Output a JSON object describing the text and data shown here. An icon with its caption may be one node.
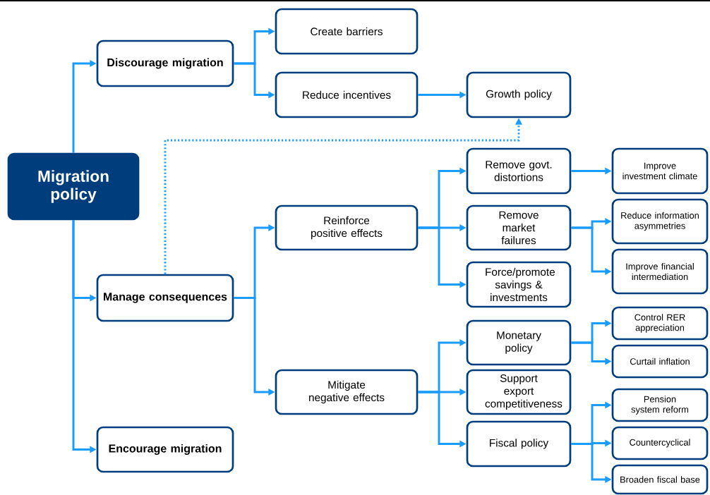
{
  "diagram": {
    "nodes": [
      {
        "text": [
          "Migration policy"
        ]
      },
      {
        "text": [
          "Discourage migration"
        ]
      },
      {
        "text": [
          "Create barriers"
        ]
      },
      {
        "text": [
          "Reduce incentives"
        ]
      },
      {
        "text": [
          "Growth policy"
        ]
      },
      {
        "text": [
          "Manage consequences"
        ]
      },
      {
        "text": [
          "Encourage migration"
        ]
      },
      {
        "text": [
          "Reinforce positive effects"
        ]
      },
      {
        "text": [
          "Mitigate negative effects"
        ]
      },
      {
        "text": [
          "Remove govt. distortions"
        ]
      },
      {
        "text": [
          "Remove market failures"
        ]
      },
      {
        "text": [
          "Force/promote savings & investments"
        ]
      },
      {
        "text": [
          "Monetary policy"
        ]
      },
      {
        "text": [
          "Support export competitiveness"
        ]
      },
      {
        "text": [
          "Fiscal policy"
        ]
      },
      {
        "text": [
          "Improve investment climate"
        ]
      },
      {
        "text": [
          "Reduce information asymmetries"
        ]
      },
      {
        "text": [
          "Improve financial intermediation"
        ]
      },
      {
        "text": [
          "Control RER appreciation"
        ]
      },
      {
        "text": [
          "Curtail inflation"
        ]
      },
      {
        "text": [
          "Pension system reform"
        ]
      },
      {
        "text": [
          "Countercyclical"
        ]
      },
      {
        "text": [
          "Broaden fiscal base"
        ]
      }
    ],
    "edges": [
      {
        "from": 0,
        "to": 1,
        "arrow": "to"
      },
      {
        "from": 0,
        "to": 5,
        "arrow": "to"
      },
      {
        "from": 0,
        "to": 6,
        "arrow": "to"
      },
      {
        "from": 1,
        "to": 2,
        "arrow": "to"
      },
      {
        "from": 1,
        "to": 3,
        "arrow": "to"
      },
      {
        "from": 3,
        "to": 4,
        "arrow": "to"
      },
      {
        "from": 5,
        "to": 4,
        "arrow": "to",
        "style": "dashed"
      },
      {
        "from": 5,
        "to": 7,
        "arrow": "to"
      },
      {
        "from": 5,
        "to": 8,
        "arrow": "to"
      },
      {
        "from": 7,
        "to": 9,
        "arrow": "to"
      },
      {
        "from": 7,
        "to": 10,
        "arrow": "to"
      },
      {
        "from": 7,
        "to": 11,
        "arrow": "to"
      },
      {
        "from": 8,
        "to": 12,
        "arrow": "to"
      },
      {
        "from": 8,
        "to": 13,
        "arrow": "to"
      },
      {
        "from": 8,
        "to": 14,
        "arrow": "to"
      },
      {
        "from": 9,
        "to": 15,
        "arrow": "to"
      },
      {
        "from": 10,
        "to": 16,
        "arrow": "to"
      },
      {
        "from": 10,
        "to": 17,
        "arrow": "to"
      },
      {
        "from": 12,
        "to": 18,
        "arrow": "to"
      },
      {
        "from": 12,
        "to": 19,
        "arrow": "to"
      },
      {
        "from": 14,
        "to": 20,
        "arrow": "to"
      },
      {
        "from": 14,
        "to": 21,
        "arrow": "to"
      },
      {
        "from": 14,
        "to": 22,
        "arrow": "to"
      }
    ]
  }
}
